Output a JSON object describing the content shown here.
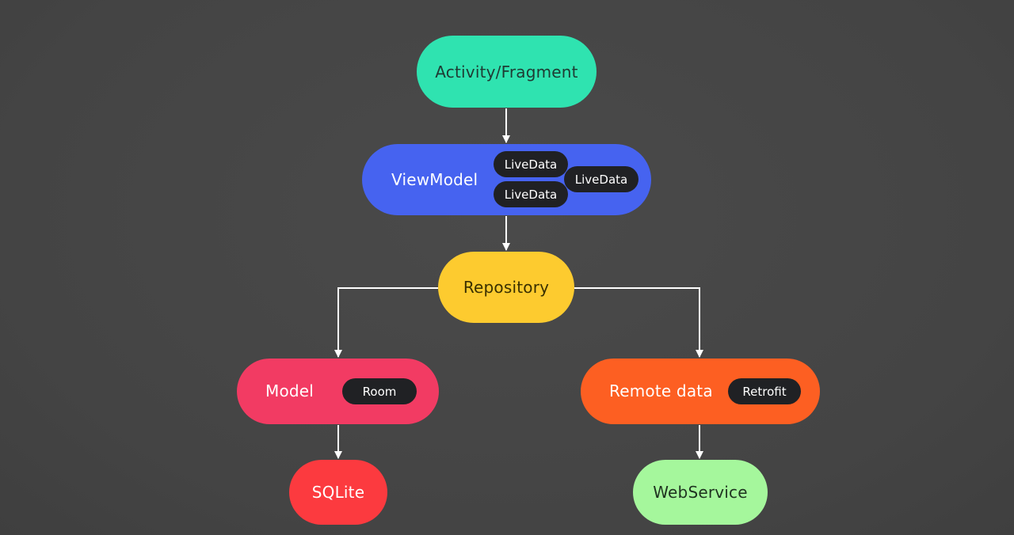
{
  "colors": {
    "background": "#474747",
    "connector": "#ffffff",
    "chip": "#202124",
    "activity": "#2fe3b0",
    "viewmodel": "#4663f0",
    "repository": "#fdcb2f",
    "model": "#f23b63",
    "remote": "#fd5f22",
    "sqlite": "#fc3a3f",
    "webservice": "#a5f79c"
  },
  "nodes": {
    "activity": {
      "label": "Activity/Fragment"
    },
    "viewmodel": {
      "label": "ViewModel",
      "chips": [
        "LiveData",
        "LiveData",
        "LiveData"
      ]
    },
    "repository": {
      "label": "Repository"
    },
    "model": {
      "label": "Model",
      "chip": "Room"
    },
    "remote": {
      "label": "Remote data",
      "chip": "Retrofit"
    },
    "sqlite": {
      "label": "SQLite"
    },
    "webservice": {
      "label": "WebService"
    }
  },
  "edges": [
    {
      "from": "activity",
      "to": "viewmodel"
    },
    {
      "from": "viewmodel",
      "to": "repository"
    },
    {
      "from": "repository",
      "to": "model"
    },
    {
      "from": "repository",
      "to": "remote"
    },
    {
      "from": "model",
      "to": "sqlite"
    },
    {
      "from": "remote",
      "to": "webservice"
    }
  ]
}
